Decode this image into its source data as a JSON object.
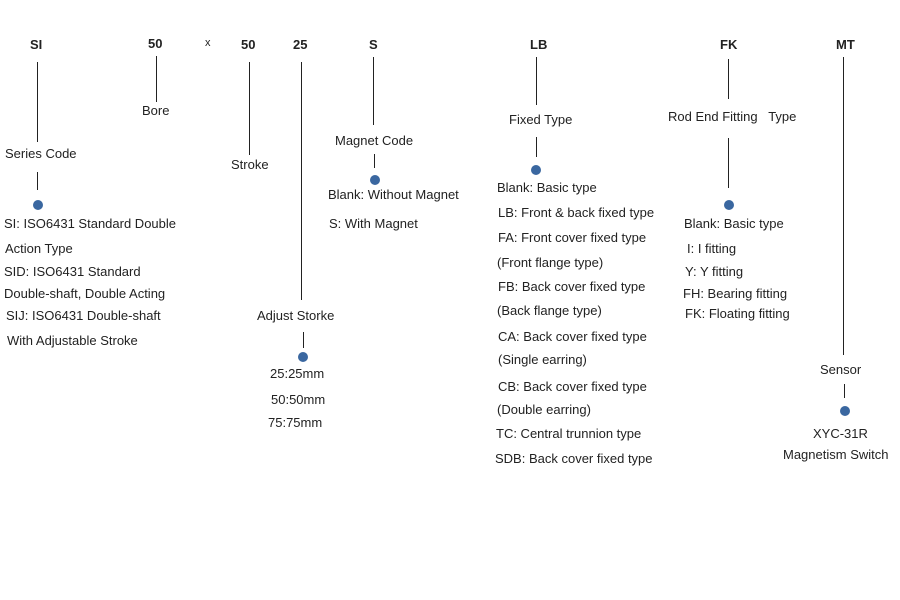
{
  "codes": {
    "series": "SI",
    "bore": "50",
    "times": "x",
    "stroke": "50",
    "adjust": "25",
    "magnet": "S",
    "fixed": "LB",
    "rod_end": "FK",
    "sensor": "MT"
  },
  "labels": {
    "series": "Series Code",
    "bore": "Bore",
    "stroke": "Stroke",
    "adjust": "Adjust Storke",
    "magnet": "Magnet Code",
    "fixed": "Fixed Type",
    "rod_end": "Rod End Fitting   Type",
    "sensor": "Sensor"
  },
  "series_options": [
    "SI: ISO6431 Standard Double",
    "Action Type",
    "SID: ISO6431 Standard",
    "Double-shaft, Double Acting",
    "SIJ: ISO6431 Double-shaft",
    "With Adjustable Stroke"
  ],
  "adjust_options": [
    "25:25mm",
    "50:50mm",
    "75:75mm"
  ],
  "magnet_options": [
    "Blank: Without Magnet",
    "S: With Magnet"
  ],
  "fixed_options": [
    "Blank: Basic type",
    "LB: Front & back fixed type",
    "FA: Front cover fixed type",
    "(Front flange type)",
    "FB: Back cover fixed type",
    "(Back flange type)",
    "CA: Back cover fixed type",
    "(Single earring)",
    "CB: Back cover fixed type",
    "(Double earring)",
    "TC: Central trunnion type",
    "SDB: Back cover fixed type"
  ],
  "rod_end_options": [
    "Blank: Basic type",
    "I: I fitting",
    "Y: Y fitting",
    "FH: Bearing fitting",
    "FK: Floating fitting"
  ],
  "sensor_options": [
    "XYC-31R",
    "Magnetism Switch"
  ],
  "dot_color": "#3a67a0"
}
